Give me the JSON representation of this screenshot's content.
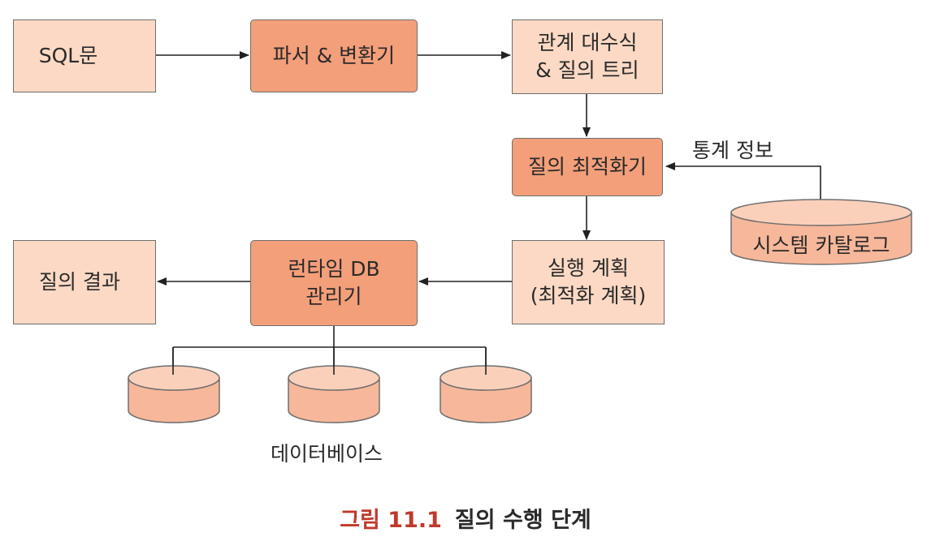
{
  "nodes": {
    "sql": "SQL문",
    "parser": "파서 & 변환기",
    "relational": [
      "관계 대수식",
      "& 질의 트리"
    ],
    "optimizer": "질의 최적화기",
    "catalog": "시스템 카탈로그",
    "exec_plan": [
      "실행 계획",
      "(최적화 계획)"
    ],
    "runtime": [
      "런타임 DB",
      "관리기"
    ],
    "result": "질의 결과"
  },
  "labels": {
    "statistics": "통계 정보",
    "database": "데이터베이스"
  },
  "caption": {
    "number": "그림 11.1",
    "title": "질의 수행 단계"
  },
  "colors": {
    "light_fill": "#fbd9c4",
    "dark_fill": "#f39f7a",
    "db_fill": "#f7b79a",
    "caption_number": "#c0392b"
  }
}
